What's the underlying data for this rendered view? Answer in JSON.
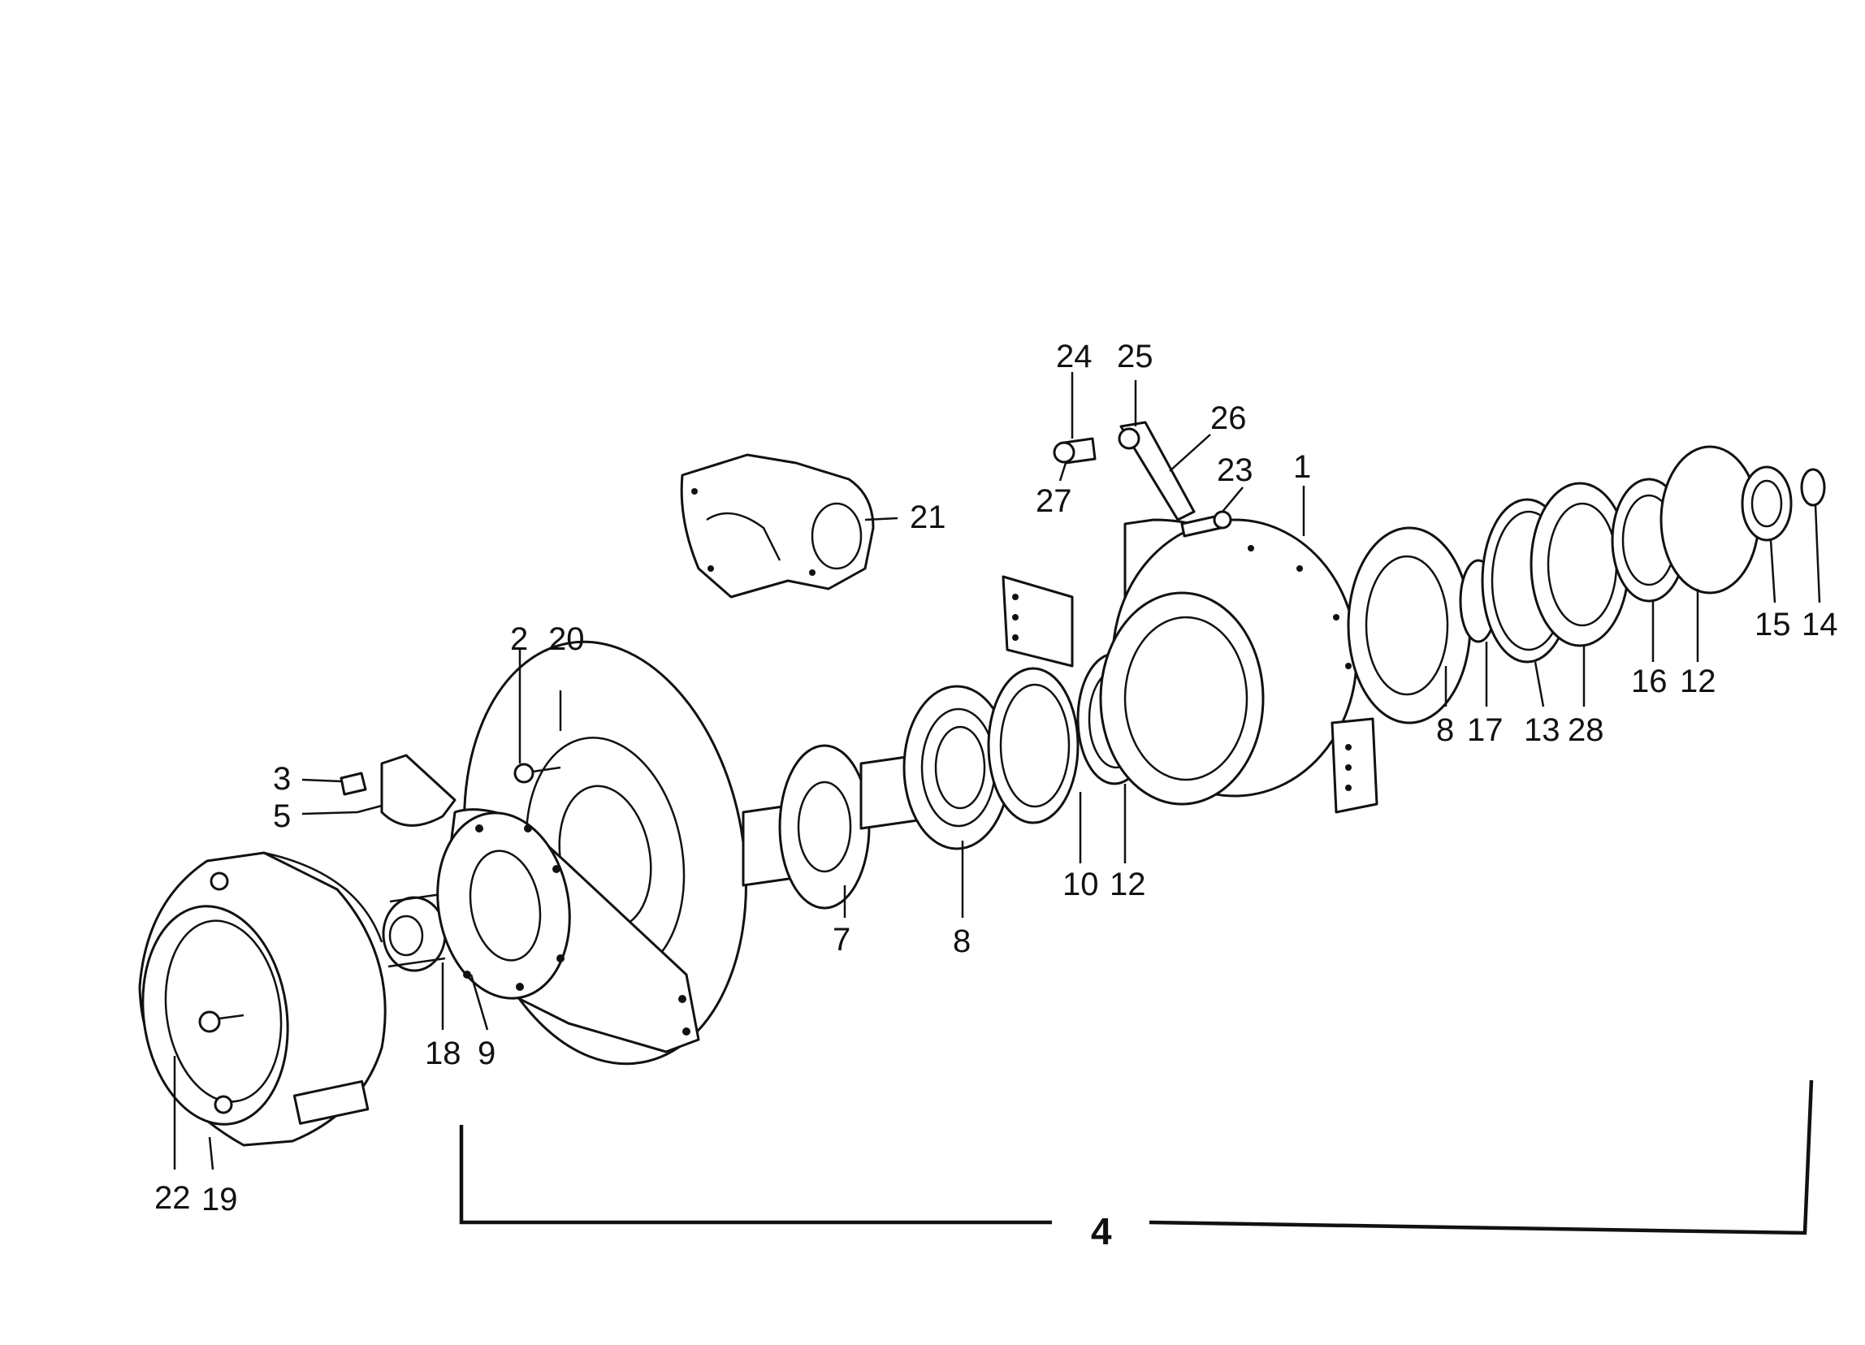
{
  "diagram": {
    "callouts": {
      "c1": "1",
      "c2": "2",
      "c3": "3",
      "c5": "5",
      "c7": "7",
      "c8a": "8",
      "c8b": "8",
      "c9": "9",
      "c10": "10",
      "c12a": "12",
      "c12b": "12",
      "c13": "13",
      "c14": "14",
      "c15": "15",
      "c16": "16",
      "c17": "17",
      "c18": "18",
      "c19": "19",
      "c20": "20",
      "c21": "21",
      "c22": "22",
      "c23": "23",
      "c24": "24",
      "c25": "25",
      "c26": "26",
      "c27": "27",
      "c28": "28"
    },
    "group_label": "4"
  }
}
